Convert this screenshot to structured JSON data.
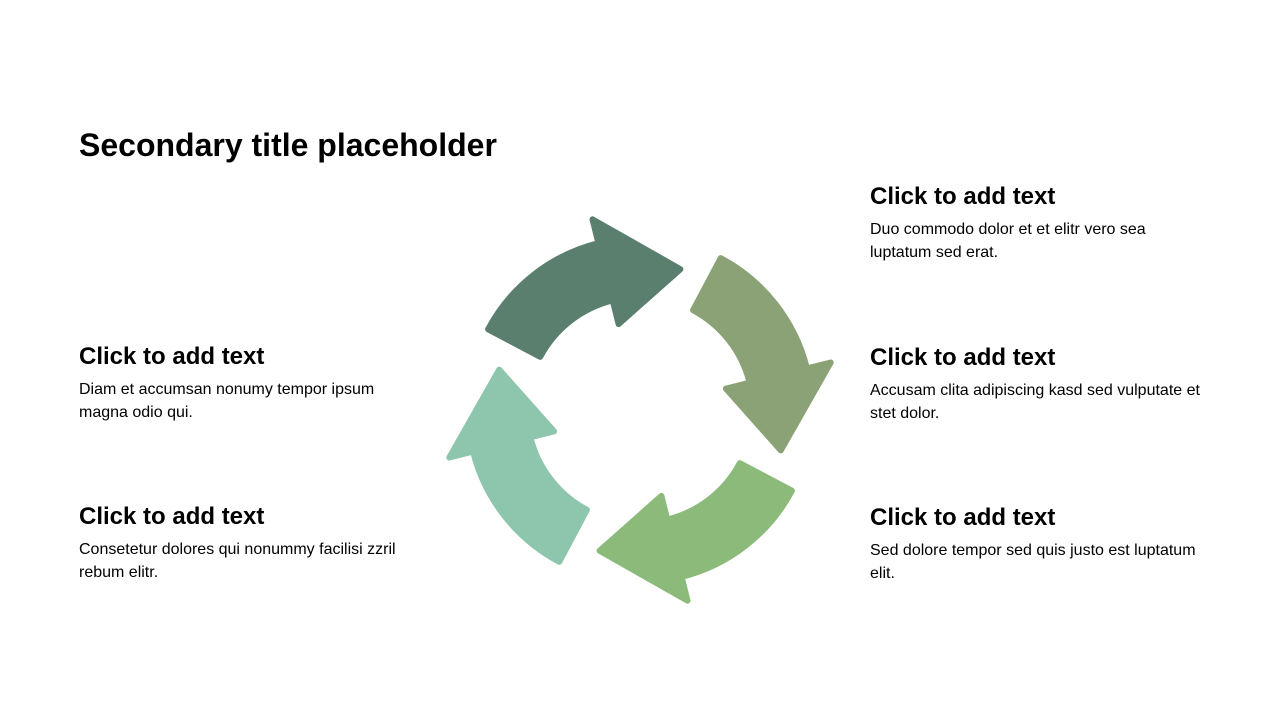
{
  "slide": {
    "title": "Secondary title placeholder"
  },
  "left_blocks": [
    {
      "heading": "Click to add text",
      "body": "Diam et accumsan nonumy tempor ipsum magna odio qui."
    },
    {
      "heading": "Click to add text",
      "body": "Consetetur dolores qui nonummy facilisi zzril rebum elitr."
    }
  ],
  "right_blocks": [
    {
      "heading": "Click to add text",
      "body": "Duo commodo dolor et et elitr vero sea luptatum sed erat."
    },
    {
      "heading": "Click to add text",
      "body": "Accusam clita adipiscing kasd sed vulputate et stet dolor."
    },
    {
      "heading": "Click to add text",
      "body": "Sed dolore tempor sed quis justo est luptatum elit."
    }
  ],
  "diagram": {
    "type": "circular-cycle",
    "arrow_count": 4,
    "direction": "clockwise",
    "colors": {
      "top_left": "#5b7f6f",
      "top_right": "#8aa276",
      "bottom_right": "#8bba7a",
      "bottom_left": "#8dc6ac"
    }
  }
}
